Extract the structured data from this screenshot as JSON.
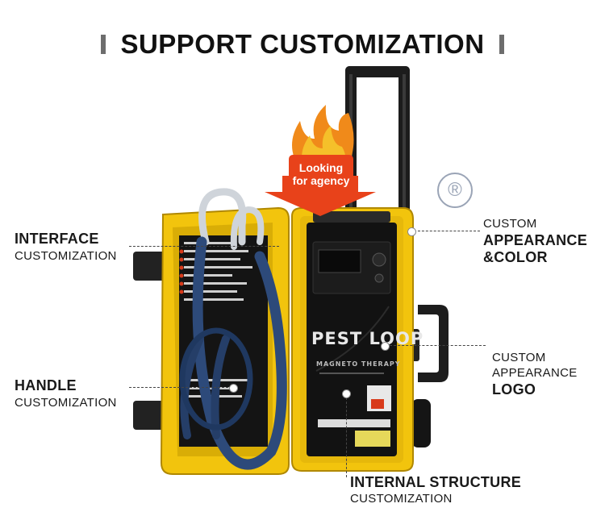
{
  "title": "SUPPORT CUSTOMIZATION",
  "badge": {
    "line1": "Looking",
    "line2": "for agency"
  },
  "labels": {
    "interface": {
      "big": "INTERFACE",
      "small": "CUSTOMIZATION"
    },
    "handle": {
      "big": "HANDLE",
      "small": "CUSTOMIZATION"
    },
    "appearance_color": {
      "small": "CUSTOM",
      "big1": "APPEARANCE",
      "big2": "&COLOR"
    },
    "appearance_logo": {
      "small1": "CUSTOM",
      "small2": "APPEARANCE",
      "big": "LOGO"
    },
    "internal": {
      "big": "INTERNAL STRUCTURE",
      "small": "CUSTOMIZATION"
    }
  },
  "product_text": {
    "brand": "PEST LOOP",
    "subtitle": "MAGNETO THERAPY"
  },
  "colors": {
    "case": "#f2c40d",
    "panel": "#121212",
    "badge": "#e8421a",
    "hose": "#2d4a7a"
  }
}
